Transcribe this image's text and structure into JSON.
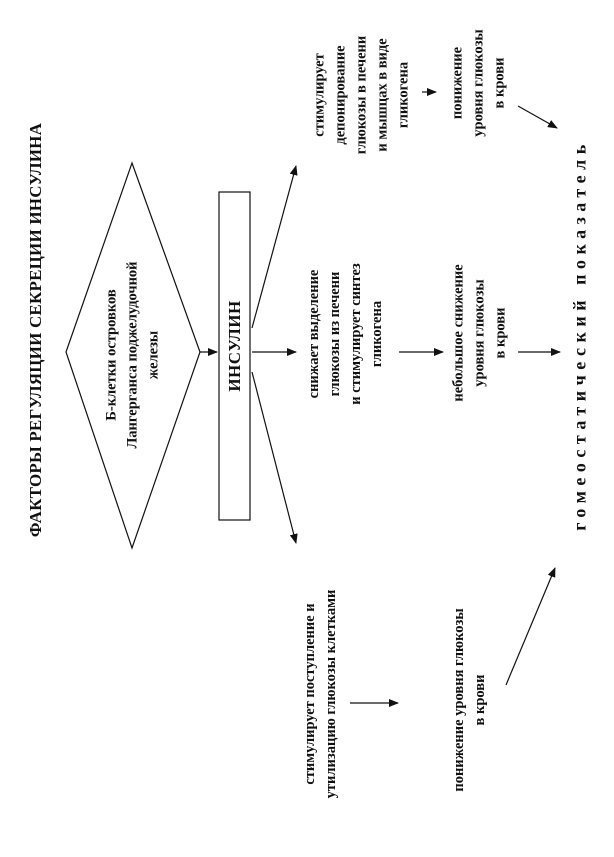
{
  "title": "ФАКТОРЫ РЕГУЛЯЦИИ СЕКРЕЦИИ ИНСУЛИНА",
  "source": {
    "lines": [
      "Б-клетки островков",
      "Лангерганса поджелудочной",
      "железы"
    ]
  },
  "hormone": {
    "label": "ИНСУЛИН"
  },
  "effects": [
    {
      "lines": [
        "стимулирует поступление и",
        "утилизацию глюкозы клетками"
      ]
    },
    {
      "lines": [
        "снижает выделение",
        "глюкозы из печени",
        "и стимулирует синтез",
        "гликогена"
      ]
    },
    {
      "lines": [
        "стимулирует",
        "депонирование",
        "глюкозы в печени",
        "и мышцах в виде",
        "гликогена"
      ]
    }
  ],
  "results": [
    {
      "lines": [
        "понижение уровня глюкозы",
        "в крови"
      ]
    },
    {
      "lines": [
        "небольшое снижение",
        "уровня глюкозы",
        "в крови"
      ]
    },
    {
      "lines": [
        "понижение",
        "уровня глюкозы",
        "в крови"
      ]
    }
  ],
  "final": {
    "label": "гомеостатический показатель"
  }
}
